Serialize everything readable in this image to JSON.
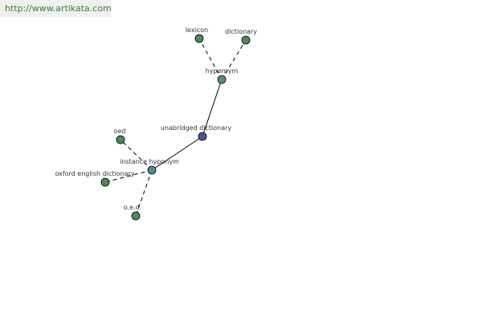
{
  "header": {
    "url": "http://www.artikata.com"
  },
  "colors": {
    "center_node": "#4b5794",
    "relation_node": "#4e8f8f",
    "term_node": "#4f8a4f",
    "url_text": "#3c7a3c"
  },
  "graph": {
    "center": {
      "label": "unabridged dictionary",
      "kind": "center"
    },
    "relations": [
      {
        "label": "hypernym",
        "kind": "relation",
        "terms": [
          {
            "label": "lexicon",
            "kind": "term"
          },
          {
            "label": "dictionary",
            "kind": "term"
          }
        ]
      },
      {
        "label": "instance hyponym",
        "kind": "relation",
        "terms": [
          {
            "label": "oed",
            "kind": "term"
          },
          {
            "label": "oxford english dictionary",
            "kind": "term"
          },
          {
            "label": "o.e.d.",
            "kind": "term"
          }
        ]
      }
    ]
  }
}
